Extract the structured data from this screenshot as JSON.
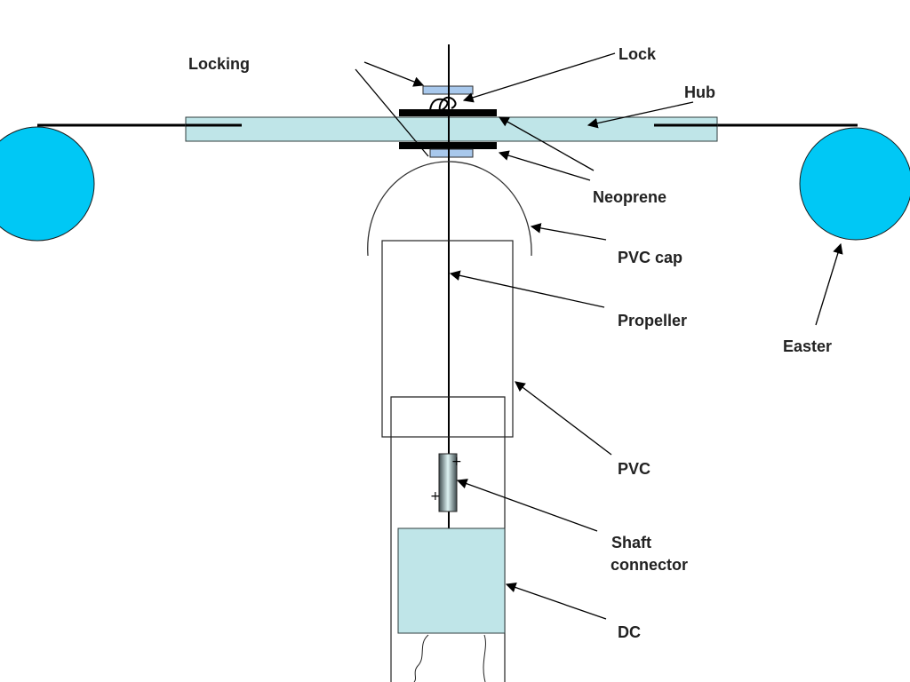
{
  "labels": {
    "locking": "Locking",
    "lock": "Lock",
    "hub": "Hub",
    "neoprene": "Neoprene",
    "pvc_cap": "PVC cap",
    "propeller": "Propeller",
    "easter": "Easter",
    "pvc": "PVC",
    "shaft_connector_1": "Shaft",
    "shaft_connector_2": "connector",
    "dc": "DC"
  },
  "colors": {
    "wheel": "#00c8f5",
    "hub": "#bfe5e8",
    "lock_plate": "#a8c8ec",
    "dc_motor": "#bfe5e8",
    "line": "#000000"
  }
}
